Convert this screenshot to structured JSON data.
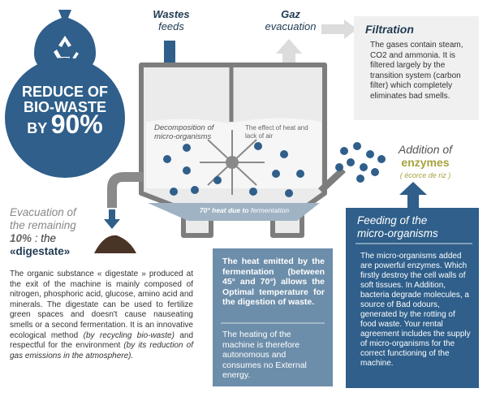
{
  "badge": {
    "line1": "REDUCE OF",
    "line2": "BIO-WASTE",
    "line3_prefix": "BY",
    "line3_value": "90%"
  },
  "wastes": {
    "line1": "Wastes",
    "line2": "feeds"
  },
  "gaz": {
    "line1": "Gaz",
    "line2": "evacuation"
  },
  "filtration": {
    "title": "Filtration",
    "body": "The gases contain steam, CO2 and ammonia. It is filtered largely by the transition system (carbon filter) which completely eliminates bad smells."
  },
  "tank": {
    "decomp_line1": "Decomposition of",
    "decomp_line2": "micro-organisms",
    "effect_line1": "The effect of heat and",
    "effect_line2": "lack of air",
    "heat_bold": "70° heat due to",
    "heat_rest": "fermentation"
  },
  "enzymes": {
    "line1": "Addition of",
    "line2": "enzymes",
    "line3": "( écorce de riz )"
  },
  "evacuation": {
    "line1": "Evacuation of",
    "line2": "the remaining",
    "line3_pct": "10%",
    "line3_rest": ": the",
    "line4": "«digestate»"
  },
  "digestate_text": {
    "p1": "The organic substance « digestate » produced at the exit of the machine is mainly composed of nitrogen, phosphoric acid, glucose, amino acid and minerals. The digestate can be used to fertilize green spaces and doesn't cause nauseating smells or a second fermentation. It is an innovative ecological method",
    "p1_it": "(by recycling bio-waste)",
    "p2": "and respectful for the environment",
    "p2_it": "(by its reduction of gas emissions in the atmosphere)."
  },
  "heat_box": {
    "p1": "The heat emitted by the fermentation (between 45° and 70°) allows the Optimal temperature for the digestion of waste.",
    "p2": "The heating of the machine is therefore autonomous and consumes no External energy."
  },
  "feeding": {
    "title_line1": "Feeding of the",
    "title_line2": "micro-organisms",
    "body": "The micro-organisms added are powerful enzymes. Which firstly destroy the cell walls of soft tissues. In Addition, bacteria degrade molecules, a source of Bad odours, generated by the rotting of food waste. Your rental agreement includes the supply of micro-organisms for the correct functioning of the machine."
  },
  "colors": {
    "dark_blue": "#2f5f8a",
    "steel_blue": "#6d8eaa",
    "light_box": "#f0f0f0",
    "grey_machine": "#7d7d7d",
    "enzyme_green": "#a7a23d"
  },
  "icons": [
    "recycle-icon",
    "down-arrow-icon",
    "up-arrow-icon",
    "right-arrow-icon",
    "stirrer-icon",
    "pipe-icon",
    "compost-pile-icon"
  ]
}
